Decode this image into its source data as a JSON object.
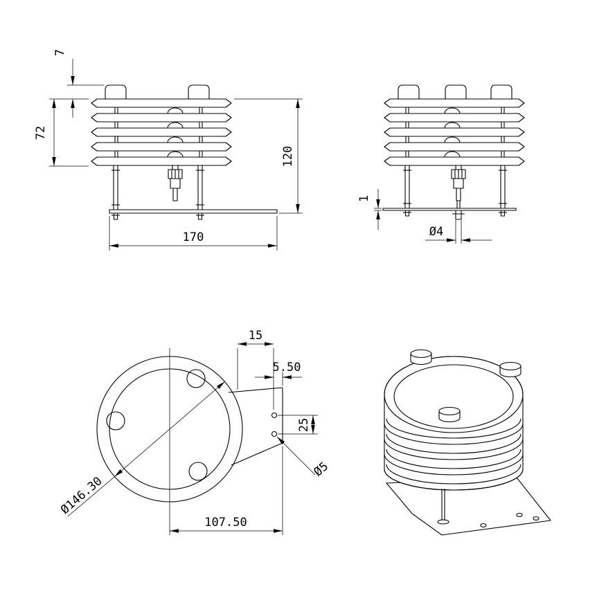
{
  "dimensions": {
    "front": {
      "cap_height": "7",
      "louver_stack_height": "72",
      "overall_height": "120",
      "base_width": "170"
    },
    "side": {
      "base_plate_thickness": "1",
      "leg_bolt_diameter": "Ø4"
    },
    "bottom": {
      "bracket_hole_inset": "15",
      "hole_to_edge_offset": "5.50",
      "mount_hole_spacing": "25",
      "mount_hole_diameter": "Ø5",
      "shield_outer_diameter": "Ø146.30",
      "center_to_bracket_edge": "107.50"
    }
  }
}
